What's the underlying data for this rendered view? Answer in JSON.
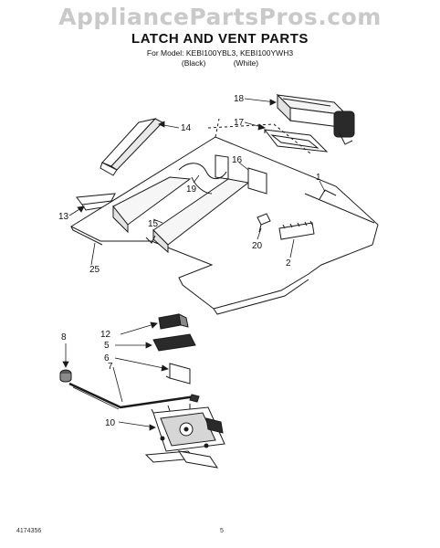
{
  "watermark": "AppliancePartsPros.com",
  "header": {
    "title": "LATCH AND VENT PARTS",
    "models": "For Model: KEBI100YBL3, KEBI100YWH3",
    "variant_black": "(Black)",
    "variant_white": "(White)"
  },
  "callouts": {
    "c18": "18",
    "c17": "17",
    "c14": "14",
    "c16": "16",
    "c19": "19",
    "c1": "1",
    "c13": "13",
    "c15": "15",
    "c20": "20",
    "c2": "2",
    "c25": "25",
    "c12": "12",
    "c8": "8",
    "c5": "5",
    "c6": "6",
    "c7": "7",
    "c10": "10"
  },
  "footer": {
    "doc_number": "4174356",
    "page_number": "5"
  }
}
